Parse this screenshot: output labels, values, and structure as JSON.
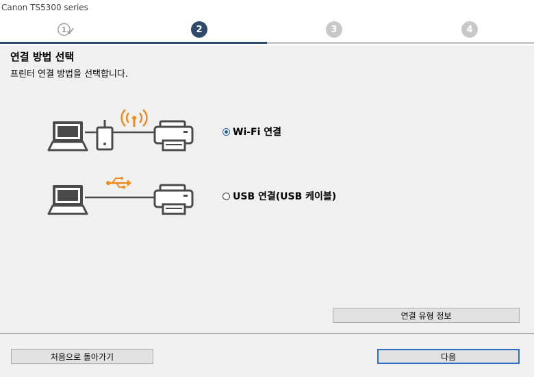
{
  "window": {
    "title": "Canon TS5300 series"
  },
  "steps": [
    {
      "label": "1",
      "state": "done"
    },
    {
      "label": "2",
      "state": "active"
    },
    {
      "label": "3",
      "state": "future"
    },
    {
      "label": "4",
      "state": "future"
    }
  ],
  "main": {
    "heading": "연결 방법 선택",
    "subheading": "프린터 연결 방법을 선택합니다.",
    "options": [
      {
        "label": "Wi-Fi 연결",
        "selected": true,
        "icon": "wifi-connection-illustration"
      },
      {
        "label": "USB 연결(USB 케이블)",
        "selected": false,
        "icon": "usb-connection-illustration"
      }
    ],
    "info_button": "연결 유형 정보"
  },
  "footer": {
    "back_button": "처음으로 돌아가기",
    "next_button": "다음"
  },
  "colors": {
    "accent": "#2f4a6b",
    "orange": "#f08a1c",
    "icon_gray": "#4a4a4a"
  }
}
